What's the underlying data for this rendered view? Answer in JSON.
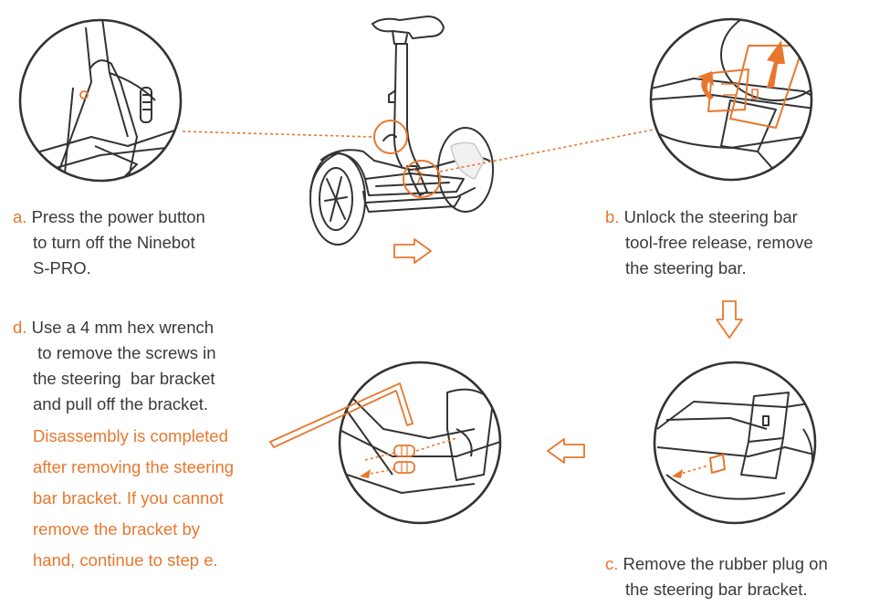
{
  "colors": {
    "accent": "#e8772e",
    "line": "#333333",
    "text": "#3a3a3a"
  },
  "steps": {
    "a": {
      "letter": "a.",
      "lines": [
        "Press the power button",
        "to turn off the Ninebot",
        "S-PRO."
      ]
    },
    "b": {
      "letter": "b.",
      "lines": [
        "Unlock the steering bar",
        "tool-free release, remove",
        "the steering bar."
      ]
    },
    "c": {
      "letter": "c.",
      "lines": [
        "Remove the rubber plug on",
        "the steering bar bracket."
      ]
    },
    "d": {
      "letter": "d.",
      "lines": [
        "Use a 4 mm hex wrench",
        " to remove the screws in",
        "the steering  bar bracket",
        "and pull off the bracket."
      ],
      "note": [
        "Disassembly is completed",
        "after removing the steering",
        "bar bracket. If you cannot",
        "remove the bracket by",
        "hand, continue to step e."
      ]
    }
  },
  "icons": [
    "arrow-right-icon",
    "arrow-down-icon",
    "arrow-left-icon"
  ]
}
